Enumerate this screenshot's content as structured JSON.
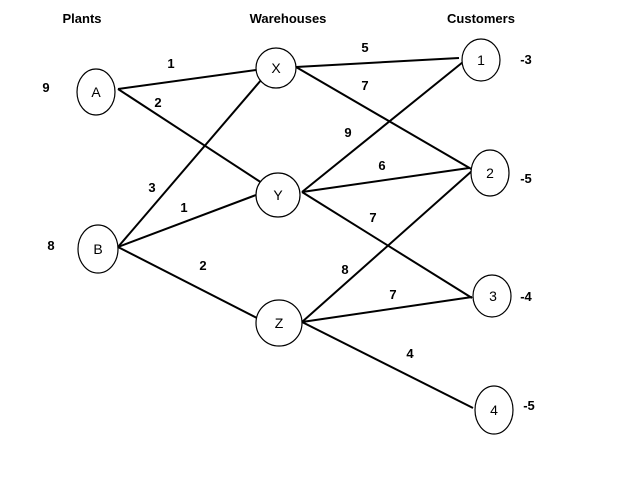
{
  "headers": {
    "plants": "Plants",
    "warehouses": "Warehouses",
    "customers": "Customers"
  },
  "nodes": [
    {
      "id": "A",
      "label": "A",
      "value": "9"
    },
    {
      "id": "B",
      "label": "B",
      "value": "8"
    },
    {
      "id": "X",
      "label": "X"
    },
    {
      "id": "Y",
      "label": "Y"
    },
    {
      "id": "Z",
      "label": "Z"
    },
    {
      "id": "1",
      "label": "1",
      "value": "-3"
    },
    {
      "id": "2",
      "label": "2",
      "value": "-5"
    },
    {
      "id": "3",
      "label": "3",
      "value": "-4"
    },
    {
      "id": "4",
      "label": "4",
      "value": "-5"
    }
  ],
  "edges": [
    {
      "from": "A",
      "to": "X",
      "cost": "1"
    },
    {
      "from": "A",
      "to": "Y",
      "cost": "2"
    },
    {
      "from": "B",
      "to": "X",
      "cost": "3"
    },
    {
      "from": "B",
      "to": "Y",
      "cost": "1"
    },
    {
      "from": "B",
      "to": "Z",
      "cost": "2"
    },
    {
      "from": "X",
      "to": "1",
      "cost": "5"
    },
    {
      "from": "X",
      "to": "2",
      "cost": "7"
    },
    {
      "from": "Y",
      "to": "1",
      "cost": "9"
    },
    {
      "from": "Y",
      "to": "2",
      "cost": "6"
    },
    {
      "from": "Y",
      "to": "3",
      "cost": "7"
    },
    {
      "from": "Z",
      "to": "2",
      "cost": "8"
    },
    {
      "from": "Z",
      "to": "3",
      "cost": "7"
    },
    {
      "from": "Z",
      "to": "4",
      "cost": "4"
    }
  ]
}
